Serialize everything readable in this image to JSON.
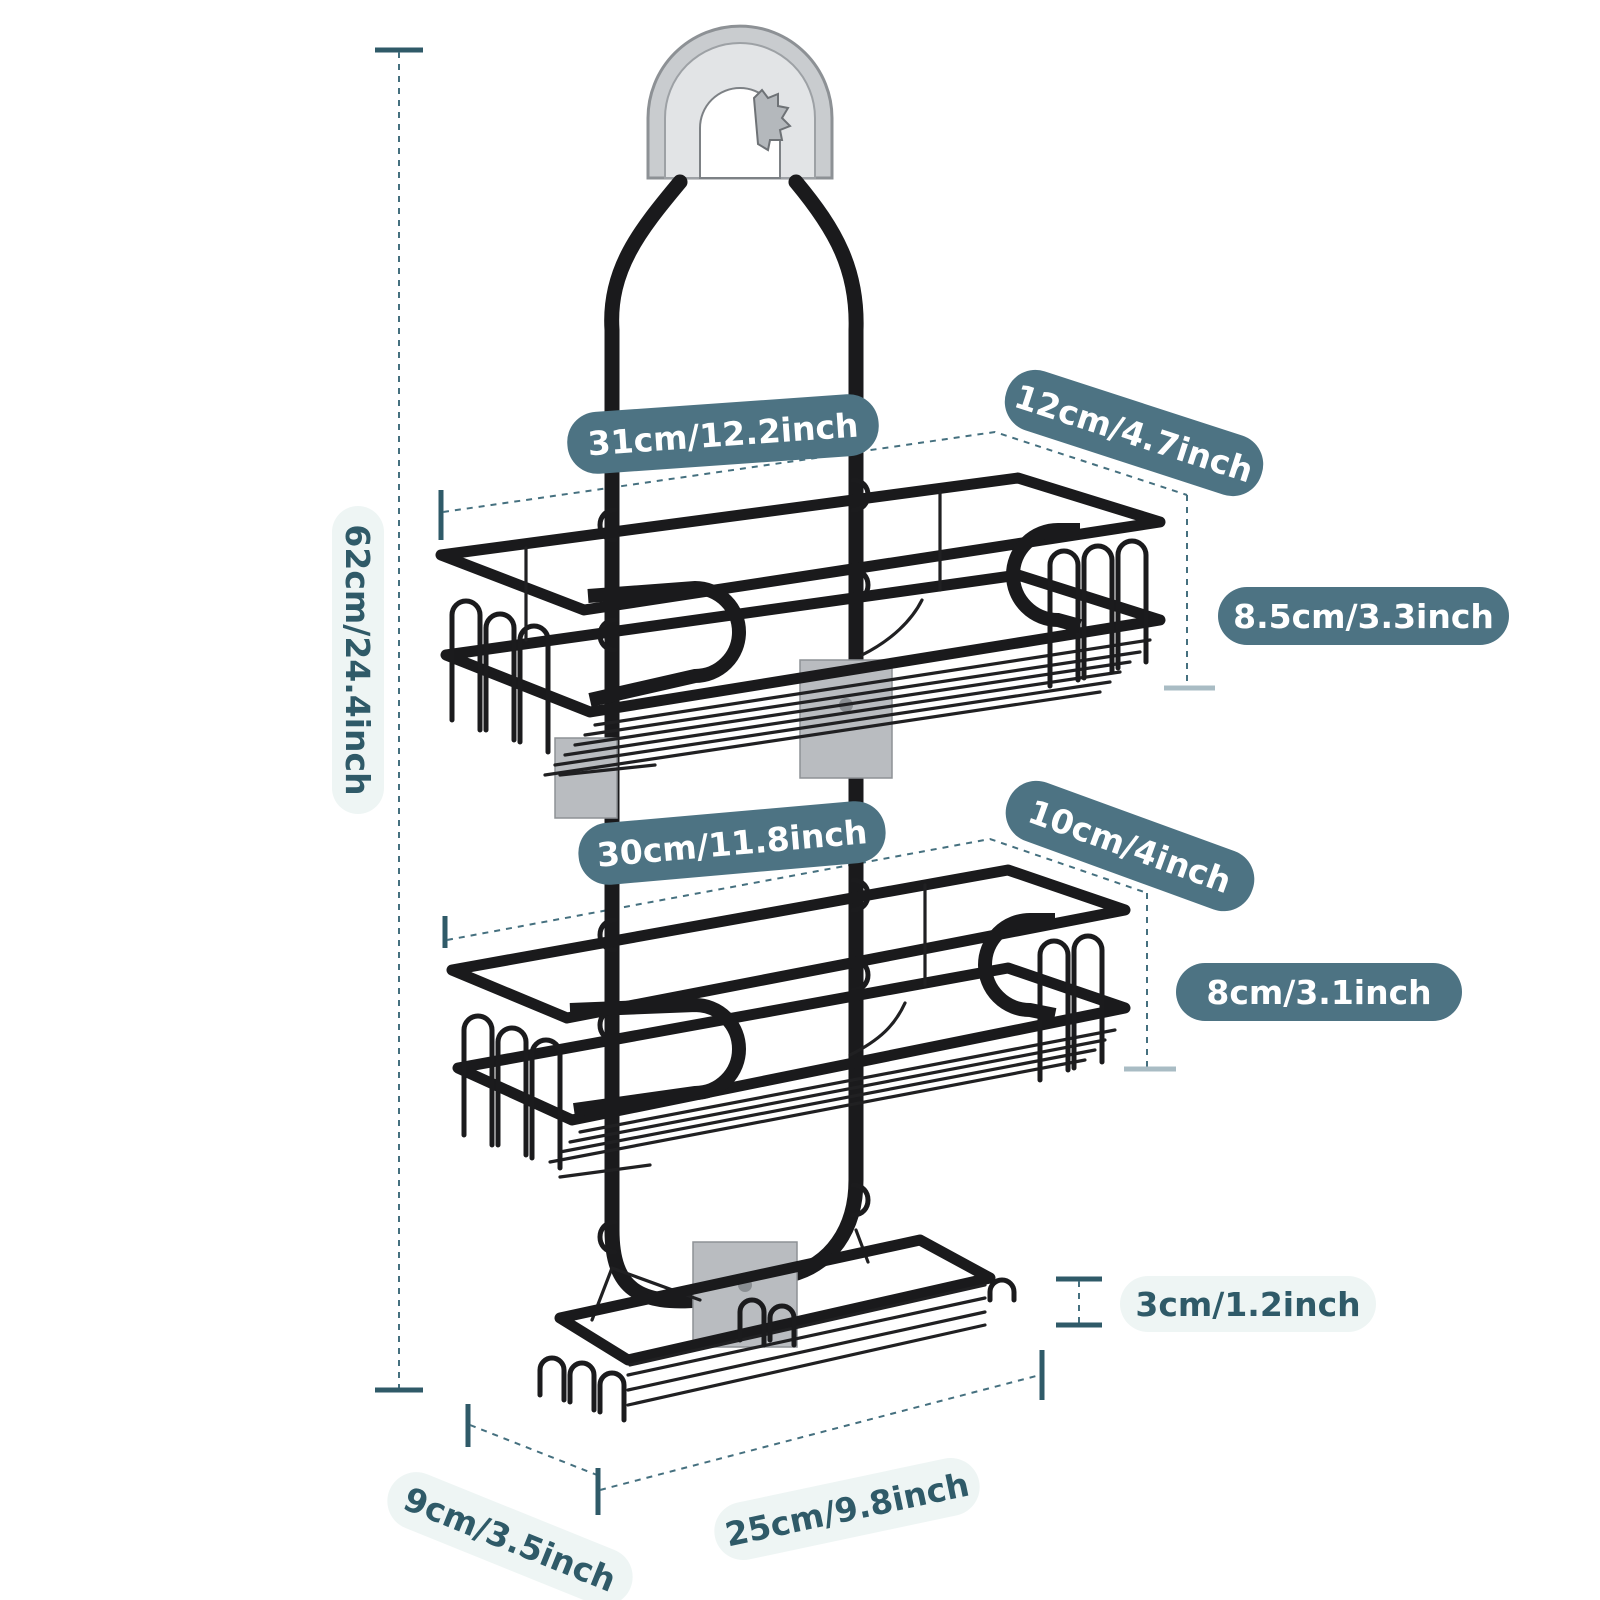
{
  "colors": {
    "label_dark_bg": "#4d7383",
    "label_light_bg": "#eef5f4",
    "label_dark_text": "#ffffff",
    "label_light_text": "#2f5a68",
    "product_metal": "#1a1a1c",
    "dimension_line": "#45707f"
  },
  "icons": {
    "product": "shower-caddy-icon",
    "suction_pad": "adhesive-pad-icon",
    "top_clamp": "shower-head-clamp-icon"
  },
  "dimensions": {
    "total_height": "62cm/24.4inch",
    "top_basket_width": "31cm/12.2inch",
    "top_basket_depth": "12cm/4.7inch",
    "top_basket_height": "8.5cm/3.3inch",
    "middle_basket_width": "30cm/11.8inch",
    "middle_basket_depth": "10cm/4inch",
    "middle_basket_height": "8cm/3.1inch",
    "bottom_tray_height": "3cm/1.2inch",
    "bottom_tray_width": "25cm/9.8inch",
    "bottom_tray_depth": "9cm/3.5inch"
  }
}
